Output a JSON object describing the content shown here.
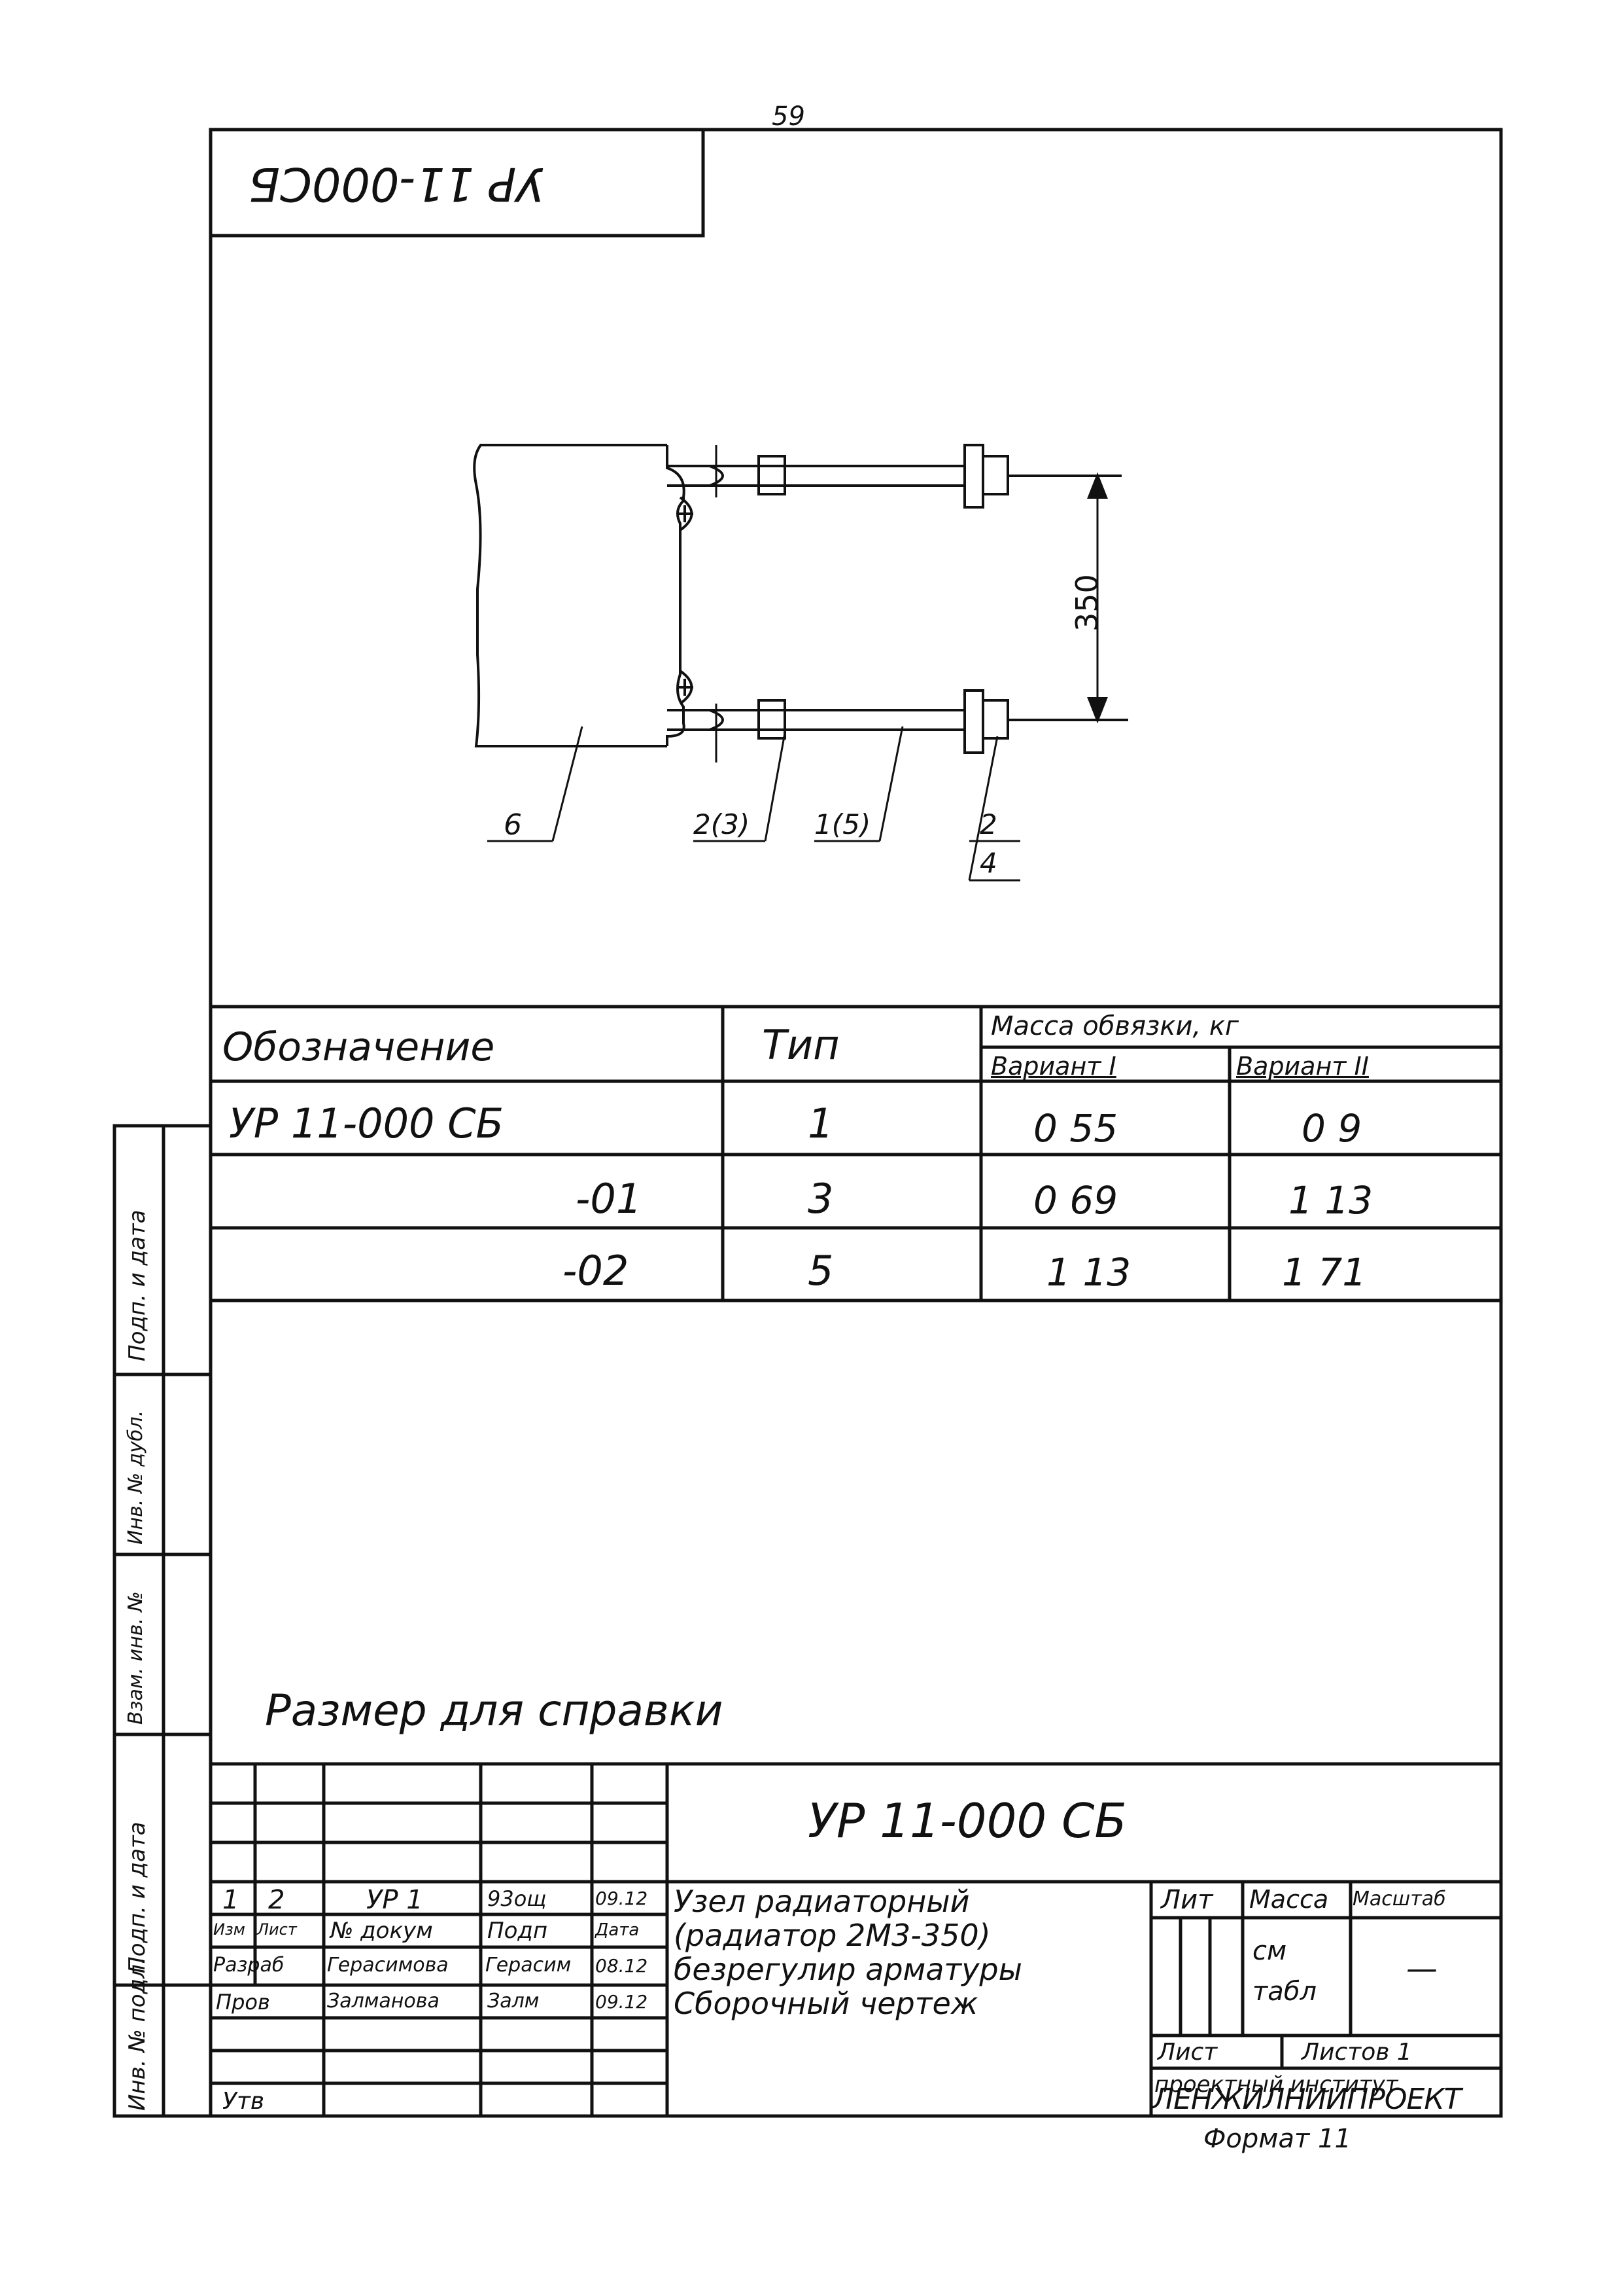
{
  "page_number": "59",
  "stamp_top": "УР 11-000СБ",
  "callouts": {
    "part6": "6",
    "part2_3": "2(3)",
    "part1_5": "1(5)",
    "part2": "2",
    "part4": "4",
    "dimension": "350"
  },
  "spec_table": {
    "col_designation": "Обозначение",
    "col_type": "Тип",
    "col_mass": "Масса обвязки, кг",
    "col_var1": "Вариант I",
    "col_var2": "Вариант II",
    "rows": [
      {
        "designation": "УР 11-000 СБ",
        "type": "1",
        "v1": "0 55",
        "v2": "0 9"
      },
      {
        "designation": "-01",
        "type": "3",
        "v1": "0 69",
        "v2": "1 13"
      },
      {
        "designation": "-02",
        "type": "5",
        "v1": "1 13",
        "v2": "1 71"
      }
    ]
  },
  "note": "Размер для справки",
  "side_labels": [
    "Подп. и дата",
    "Инв. № дубл.",
    "Взам. инв. №",
    "Подп. и дата",
    "Инв. № подл."
  ],
  "title_block": {
    "designation": "УР 11-000 СБ",
    "change_row": {
      "izm": "1",
      "list": "2",
      "doc": "УР 1",
      "podp": "93ощ",
      "date": "09.12"
    },
    "header_row": {
      "izm": "Изм",
      "list": "Лист",
      "doc": "№ докум",
      "podp": "Подп",
      "date": "Дата"
    },
    "razrab": {
      "role": "Разраб",
      "name": "Герасимова",
      "sign": "Герасим",
      "date": "08.12"
    },
    "prov": {
      "role": "Пров",
      "name": "Залманова",
      "sign": "Залм",
      "date": "09.12"
    },
    "utv": "Утв",
    "title_lines": [
      "Узел радиаторный",
      "(радиатор 2М3-350)",
      "безрегулир арматуры",
      "Сборочный чертеж"
    ],
    "lit_label": "Лит",
    "massa_label": "Масса",
    "masshtab_label": "Масштаб",
    "massa_value": "см табл",
    "masshtab_value": "—",
    "list_label": "Лист",
    "listov_label": "Листов 1",
    "org_line1": "проектный институт",
    "org_line2": "ЛЕНЖИЛНИИПРОЕКТ",
    "format": "Формат 11"
  }
}
